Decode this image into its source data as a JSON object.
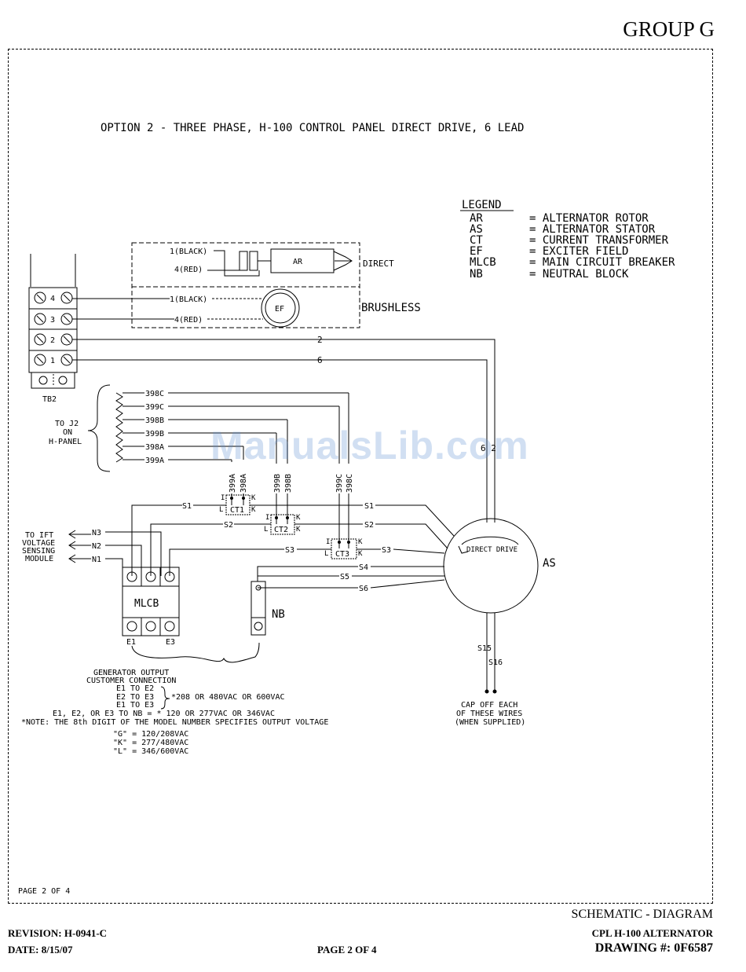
{
  "header": {
    "group": "GROUP G"
  },
  "diagram": {
    "title": "OPTION 2 - THREE PHASE, H-100 CONTROL PANEL DIRECT DRIVE, 6 LEAD",
    "legend": {
      "title": "LEGEND",
      "items": [
        {
          "code": "AR",
          "desc": "= ALTERNATOR ROTOR"
        },
        {
          "code": "AS",
          "desc": "= ALTERNATOR STATOR"
        },
        {
          "code": "CT",
          "desc": "= CURRENT TRANSFORMER"
        },
        {
          "code": "EF",
          "desc": "= EXCITER FIELD"
        },
        {
          "code": "MLCB",
          "desc": "= MAIN CIRCUIT BREAKER"
        },
        {
          "code": "NB",
          "desc": "= NEUTRAL BLOCK"
        }
      ]
    },
    "exciter": {
      "black": "1(BLACK)",
      "red": "4(RED)",
      "ar": "AR",
      "ef": "EF",
      "direct": "DIRECT",
      "brushless": "BRUSHLESS"
    },
    "tb2": {
      "label": "TB2",
      "terminals": [
        "4",
        "3",
        "2",
        "1"
      ]
    },
    "wires": {
      "w2": "2",
      "w6": "6",
      "w62": "6 2",
      "s1": "S1",
      "s2": "S2",
      "s3": "S3",
      "s4": "S4",
      "s5": "S5",
      "s6": "S6",
      "s15": "S15",
      "s16": "S16",
      "n1": "N1",
      "n2": "N2",
      "n3": "N3",
      "h_leads": [
        "398C",
        "399C",
        "398B",
        "399B",
        "398A",
        "399A"
      ],
      "ct1_leads": [
        "399A",
        "398A"
      ],
      "ct2_leads": [
        "399B",
        "398B"
      ],
      "ct3_leads": [
        "399C",
        "398C"
      ]
    },
    "to_j2": [
      "TO J2",
      "ON",
      "H-PANEL"
    ],
    "to_ift": [
      "TO IFT",
      "VOLTAGE",
      "SENSING",
      "MODULE"
    ],
    "ct": {
      "ct1": "CT1",
      "ct2": "CT2",
      "ct3": "CT3",
      "l": "L",
      "k": "K",
      "i": "I"
    },
    "mlcb": {
      "label": "MLCB",
      "e1": "E1",
      "e3": "E3"
    },
    "nb": "NB",
    "as": {
      "label": "AS",
      "direct_drive": "DIRECT DRIVE"
    },
    "cap_off": [
      "CAP OFF EACH",
      "OF THESE WIRES",
      "(WHEN SUPPLIED)"
    ],
    "output": {
      "l1": "GENERATOR OUTPUT",
      "l2": "CUSTOMER CONNECTION",
      "l3": "E1 TO E2",
      "l4": "E2 TO E3",
      "l4b": "*208 OR 480VAC OR 600VAC",
      "l5": "E1 TO E3",
      "l6": "E1, E2, OR E3 TO NB = * 120 OR 277VAC OR 346VAC",
      "l7": "*NOTE: THE 8th DIGIT OF THE MODEL NUMBER SPECIFIES OUTPUT VOLTAGE",
      "l8": "\"G\" = 120/208VAC",
      "l9": "\"K\" = 277/480VAC",
      "l10": "\"L\" = 346/600VAC"
    },
    "page_inner": "PAGE 2 OF 4"
  },
  "watermark": "ManualsLib.com",
  "footer": {
    "title": "SCHEMATIC - DIAGRAM",
    "revision": "REVISION: H-0941-C",
    "subtitle": "CPL H-100 ALTERNATOR",
    "date": "DATE: 8/15/07",
    "page": "PAGE 2 OF 4",
    "drawing": "DRAWING #: 0F6587"
  }
}
